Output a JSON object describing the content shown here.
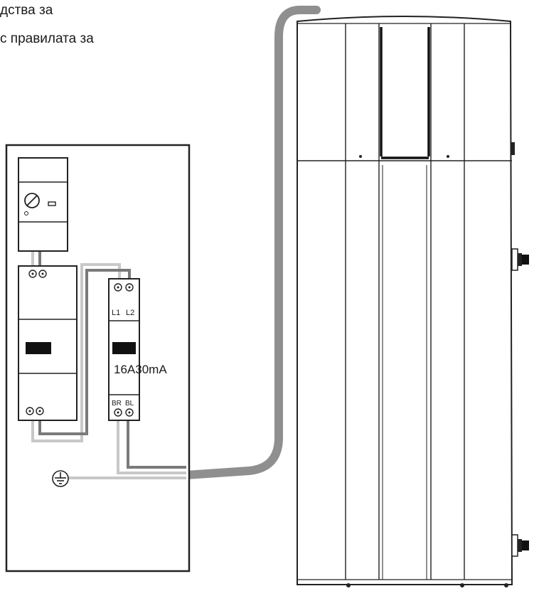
{
  "caption": {
    "line1": "дства за",
    "line2": "с правилата за"
  },
  "breaker": {
    "terminal_l1": "L1",
    "terminal_l2": "L2",
    "rating": "16A30mA",
    "terminal_br": "BR",
    "terminal_bl": "BL"
  },
  "icons": {
    "ground": "ground-symbol-icon",
    "knob": "rotary-knob-icon"
  },
  "colors": {
    "cable": "#8f8f8f",
    "wire_dark": "#7a7a7a",
    "wire_light": "#c8c8c8",
    "outline": "#222222"
  }
}
